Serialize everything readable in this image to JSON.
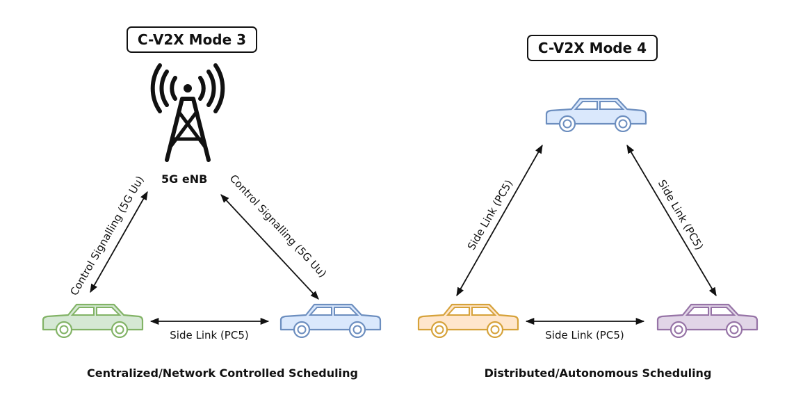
{
  "mode3": {
    "title": "C-V2X Mode 3",
    "tower_label": "5G eNB",
    "left_link": "Control Signalling (5G Uu)",
    "right_link": "Control Signalling (5G Uu)",
    "bottom_link": "Side Link (PC5)",
    "caption": "Centralized/Network Controlled Scheduling",
    "car_colors": {
      "left": "#82b366",
      "right": "#6c8ebf"
    },
    "car_fills": {
      "left": "#d5e8d4",
      "right": "#dae8fc"
    }
  },
  "mode4": {
    "title": "C-V2X Mode 4",
    "left_link": "Side Link (PC5)",
    "right_link": "Side Link (PC5)",
    "bottom_link": "Side Link (PC5)",
    "caption": "Distributed/Autonomous Scheduling",
    "car_colors": {
      "top": "#6c8ebf",
      "left": "#d6a23a",
      "right": "#9673a6"
    },
    "car_fills": {
      "top": "#dae8fc",
      "left": "#ffe6cc",
      "right": "#e1d5e7"
    }
  }
}
